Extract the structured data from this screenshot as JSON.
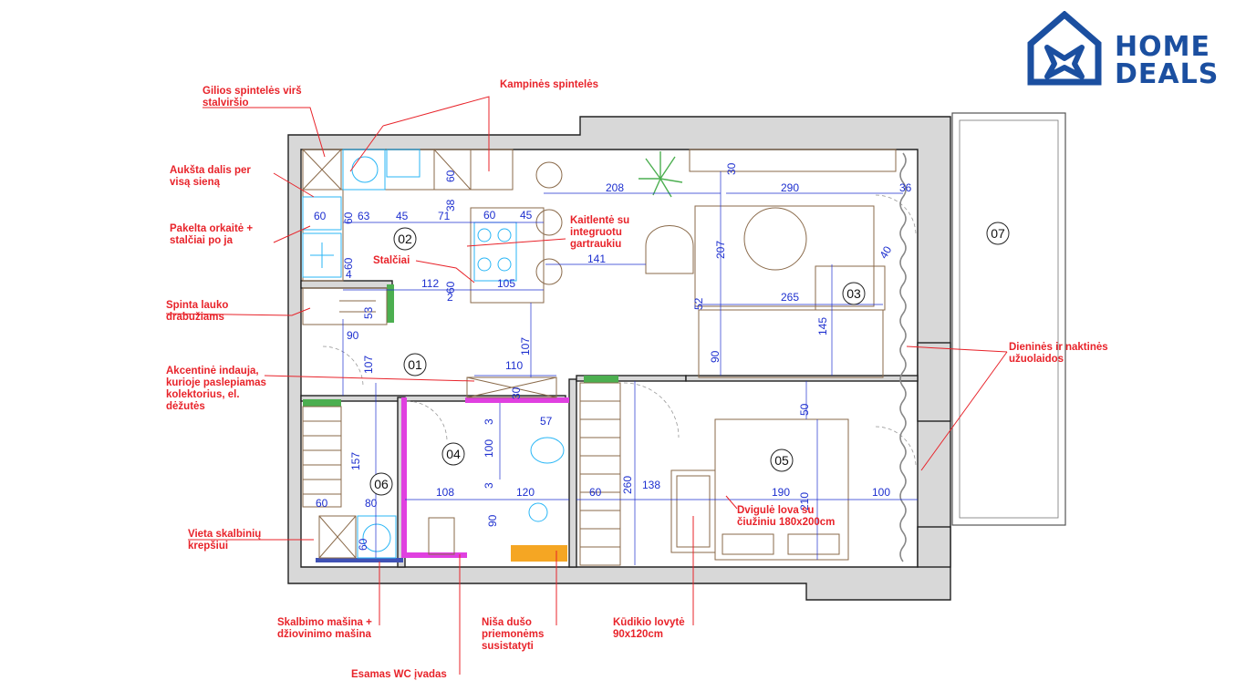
{
  "logo": {
    "line1": "HOME",
    "line2": "DEALS",
    "color": "#1b4fa0"
  },
  "colors": {
    "annotation": "#e8232a",
    "dimension": "#1d2fcf",
    "wall": "#d8d8d8",
    "accent_wall": "#e040e0",
    "green": "#4caf50",
    "shower": "#f5a623",
    "appliance": "#29b6f6"
  },
  "rooms": [
    "01",
    "02",
    "03",
    "04",
    "05",
    "06",
    "07"
  ],
  "dimensions": [
    "60",
    "63",
    "45",
    "71",
    "38",
    "60",
    "60",
    "45",
    "4",
    "60",
    "60",
    "112",
    "105",
    "2",
    "60",
    "141",
    "208",
    "30",
    "290",
    "36",
    "207",
    "40",
    "52",
    "265",
    "145",
    "90",
    "53",
    "90",
    "107",
    "107",
    "110",
    "30",
    "3",
    "57",
    "100",
    "3",
    "157",
    "80",
    "60",
    "108",
    "120",
    "60",
    "90",
    "60",
    "260",
    "138",
    "50",
    "210",
    "190",
    "100"
  ],
  "annotations": {
    "a1": "Gilios spintelės virš\nstalviršio",
    "a2": "Kampinės spintelės",
    "a3": "Aukšta dalis per\nvisą sieną",
    "a4": "Pakelta orkaitė +\nstalčiai po ja",
    "a5": "Kaitlentė su\nintegruotu\ngartraukiu",
    "a6": "Stalčiai",
    "a7": "Spinta lauko\ndrabužiams",
    "a8": "Akcentinė indauja,\nkurioje paslepiamas\nkolektorius, el.\ndėžutės",
    "a9": "Dieninės ir naktinės\nužuolaidos",
    "a10": "Dvigulė lova su\nčiužiniu 180x200cm",
    "a11": "Vieta skalbinių\nkrepšiui",
    "a12": "Skalbimo mašina +\ndžiovinimo mašina",
    "a13": "Niša dušo\npriemonėms\nsusistatyti",
    "a14": "Kūdikio lovytė\n90x120cm",
    "a15": "Esamas WC įvadas"
  }
}
